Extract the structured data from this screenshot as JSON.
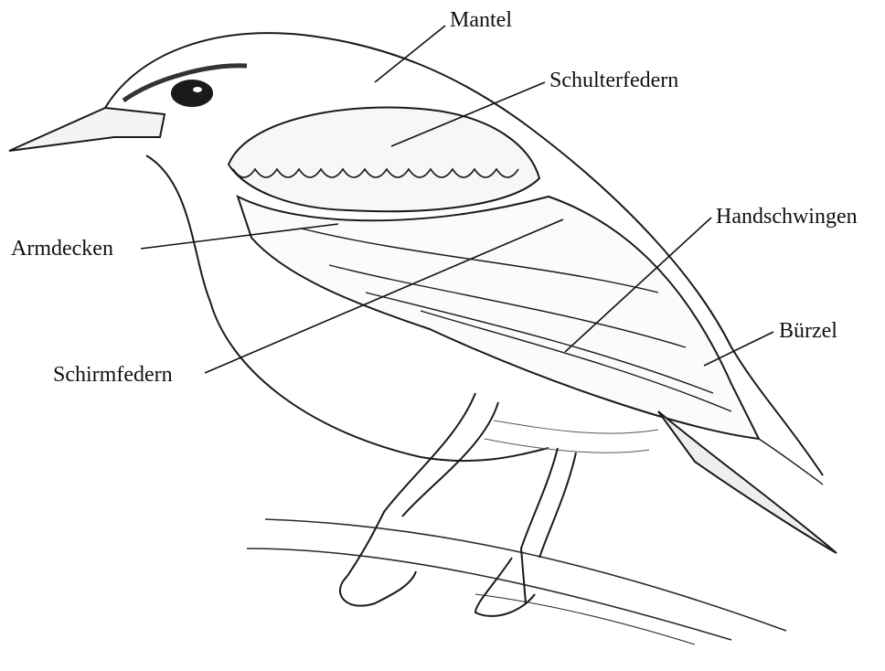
{
  "labels": {
    "mantel": "Mantel",
    "schulterfedern": "Schulterfedern",
    "armdecken": "Armdecken",
    "handschwingen": "Handschwingen",
    "schirmfedern": "Schirmfedern",
    "buerzel": "Bürzel"
  },
  "colors": {
    "ink": "#1a1a1a",
    "background": "#ffffff",
    "shade": "#d9d9d9"
  }
}
